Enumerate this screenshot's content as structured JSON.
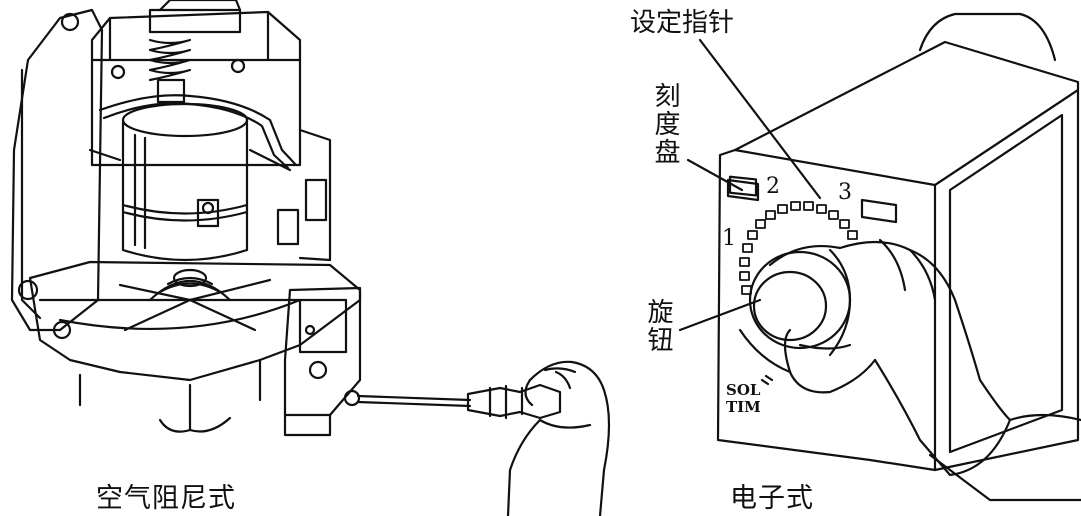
{
  "left_panel": {
    "caption": "空气阻尼式"
  },
  "right_panel": {
    "caption": "电子式",
    "callouts": {
      "pointer": "设定指针",
      "scale": "刻度盘",
      "knob": "旋钮"
    },
    "dial_numbers": [
      "1",
      "2",
      "3"
    ],
    "brand_line1": "SOL",
    "brand_line2": "TIM"
  },
  "colors": {
    "ink": "#111111",
    "paper": "#ffffff"
  }
}
